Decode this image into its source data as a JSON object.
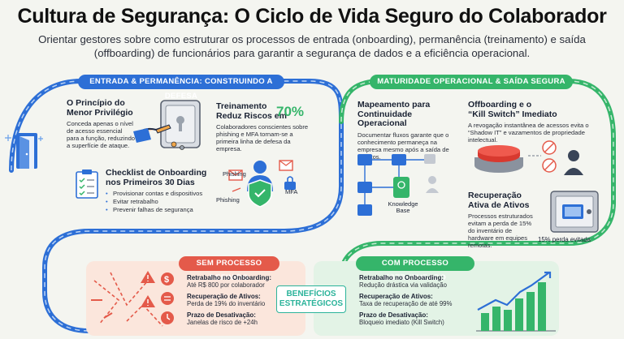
{
  "title": "Cultura de Segurança: O Ciclo de Vida Seguro do Colaborador",
  "subtitle": "Orientar gestores sobre como estruturar os processos de entrada (onboarding), permanência (treinamento) e saída (offboarding) de funcionários para garantir a segurança de dados e a eficiência operacional.",
  "colors": {
    "blue": "#2d6fd6",
    "green": "#35b56a",
    "red": "#e45a4a",
    "teal": "#2bb39a"
  },
  "left_section": {
    "header": "ENTRADA & PERMANÊNCIA: CONSTRUINDO A DEFESA",
    "principle": {
      "title_line1": "O Princípio do",
      "title_line2": "Menor Privilégio",
      "text": "Conceda apenas o nível de acesso essencial para a função, reduzindo a superfície de ataque."
    },
    "training": {
      "title_line1": "Treinamento",
      "title_line2": "Reduz Riscos em",
      "percent": "70%",
      "text": "Colaboradores conscientes sobre phishing e MFA tornam-se a primeira linha de defesa da empresa.",
      "labels": [
        "Phishing",
        "Phishing",
        "MFA"
      ]
    },
    "checklist": {
      "title_line1": "Checklist de Onboarding",
      "title_line2": "nos Primeiros 30 Dias",
      "items": [
        "Provisionar contas e dispositivos",
        "Evitar retrabalho",
        "Prevenir falhas de segurança"
      ]
    }
  },
  "right_section": {
    "header": "MATURIDADE OPERACIONAL & SAÍDA SEGURA",
    "mapping": {
      "title_line1": "Mapeamento para",
      "title_line2": "Continuidade Operacional",
      "text": "Documentar fluxos garante que o conhecimento permaneça na empresa mesmo após a saída de talentos.",
      "kb_label": "Knowledge Base"
    },
    "offboarding": {
      "title_line1": "Offboarding e o",
      "title_line2": "“Kill Switch” Imediato",
      "text": "A revogação instantânea de acessos evita o “Shadow IT” e vazamentos de propriedade intelectual."
    },
    "recovery": {
      "title_line1": "Recuperação",
      "title_line2": "Ativa de Ativos",
      "text": "Processos estruturados evitam a perda de 15% do inventário de hardware em equipes remotas.",
      "caption": "15% perda evitada"
    }
  },
  "bottom": {
    "without": {
      "header": "SEM PROCESSO DEFINIDO",
      "metrics": [
        {
          "title": "Retrabalho no Onboarding:",
          "value": "Até R$ 800 por colaborador"
        },
        {
          "title": "Recuperação de Ativos:",
          "value": "Perda de 19% do inventário"
        },
        {
          "title": "Prazo de Desativação:",
          "value": "Janelas de risco de +24h"
        }
      ]
    },
    "center_label_line1": "BENEFÍCIOS",
    "center_label_line2": "ESTRATÉGICOS",
    "with": {
      "header": "COM PROCESSO ESTRUTURADO",
      "metrics": [
        {
          "title": "Retrabalho no Onboarding:",
          "value": "Redução drástica via validação"
        },
        {
          "title": "Recuperação de Ativos:",
          "value": "Taxa de recuperação de até 99%"
        },
        {
          "title": "Prazo de Desativação:",
          "value": "Bloqueio imediato (Kill Switch)"
        }
      ]
    }
  }
}
